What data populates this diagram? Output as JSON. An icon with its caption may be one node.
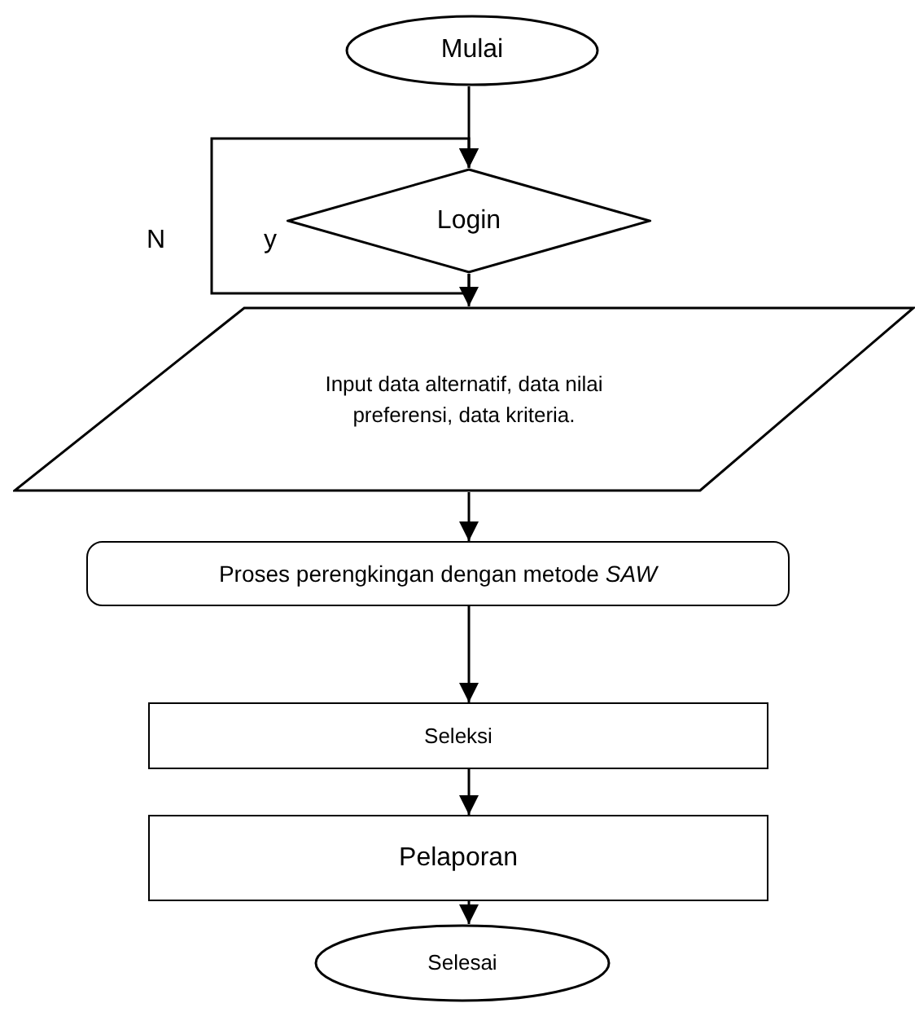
{
  "diagram": {
    "nodes": [
      {
        "text": [
          "Mulai"
        ]
      },
      {
        "text": [
          "Login"
        ]
      },
      {
        "text": [
          "Input data alternatif, data nilai preferensi, data kriteria."
        ]
      },
      {
        "text": [
          "Proses perengkingan dengan metode *SAW*"
        ]
      },
      {
        "text": [
          "Seleksi"
        ]
      },
      {
        "text": [
          "Pelaporan"
        ]
      },
      {
        "text": [
          "Selesai"
        ]
      }
    ],
    "edges": [
      {
        "from": 0,
        "to": 1,
        "arrow": "to"
      },
      {
        "from": 1,
        "to": 1,
        "arrow": "to",
        "label": "N"
      },
      {
        "from": 1,
        "to": 2,
        "arrow": "to"
      },
      {
        "from": 2,
        "to": 3,
        "arrow": "to"
      },
      {
        "from": 3,
        "to": 4,
        "arrow": "to"
      },
      {
        "from": 4,
        "to": 5,
        "arrow": "to"
      },
      {
        "from": 5,
        "to": 6,
        "arrow": "to"
      }
    ],
    "labels": [
      "y"
    ]
  }
}
